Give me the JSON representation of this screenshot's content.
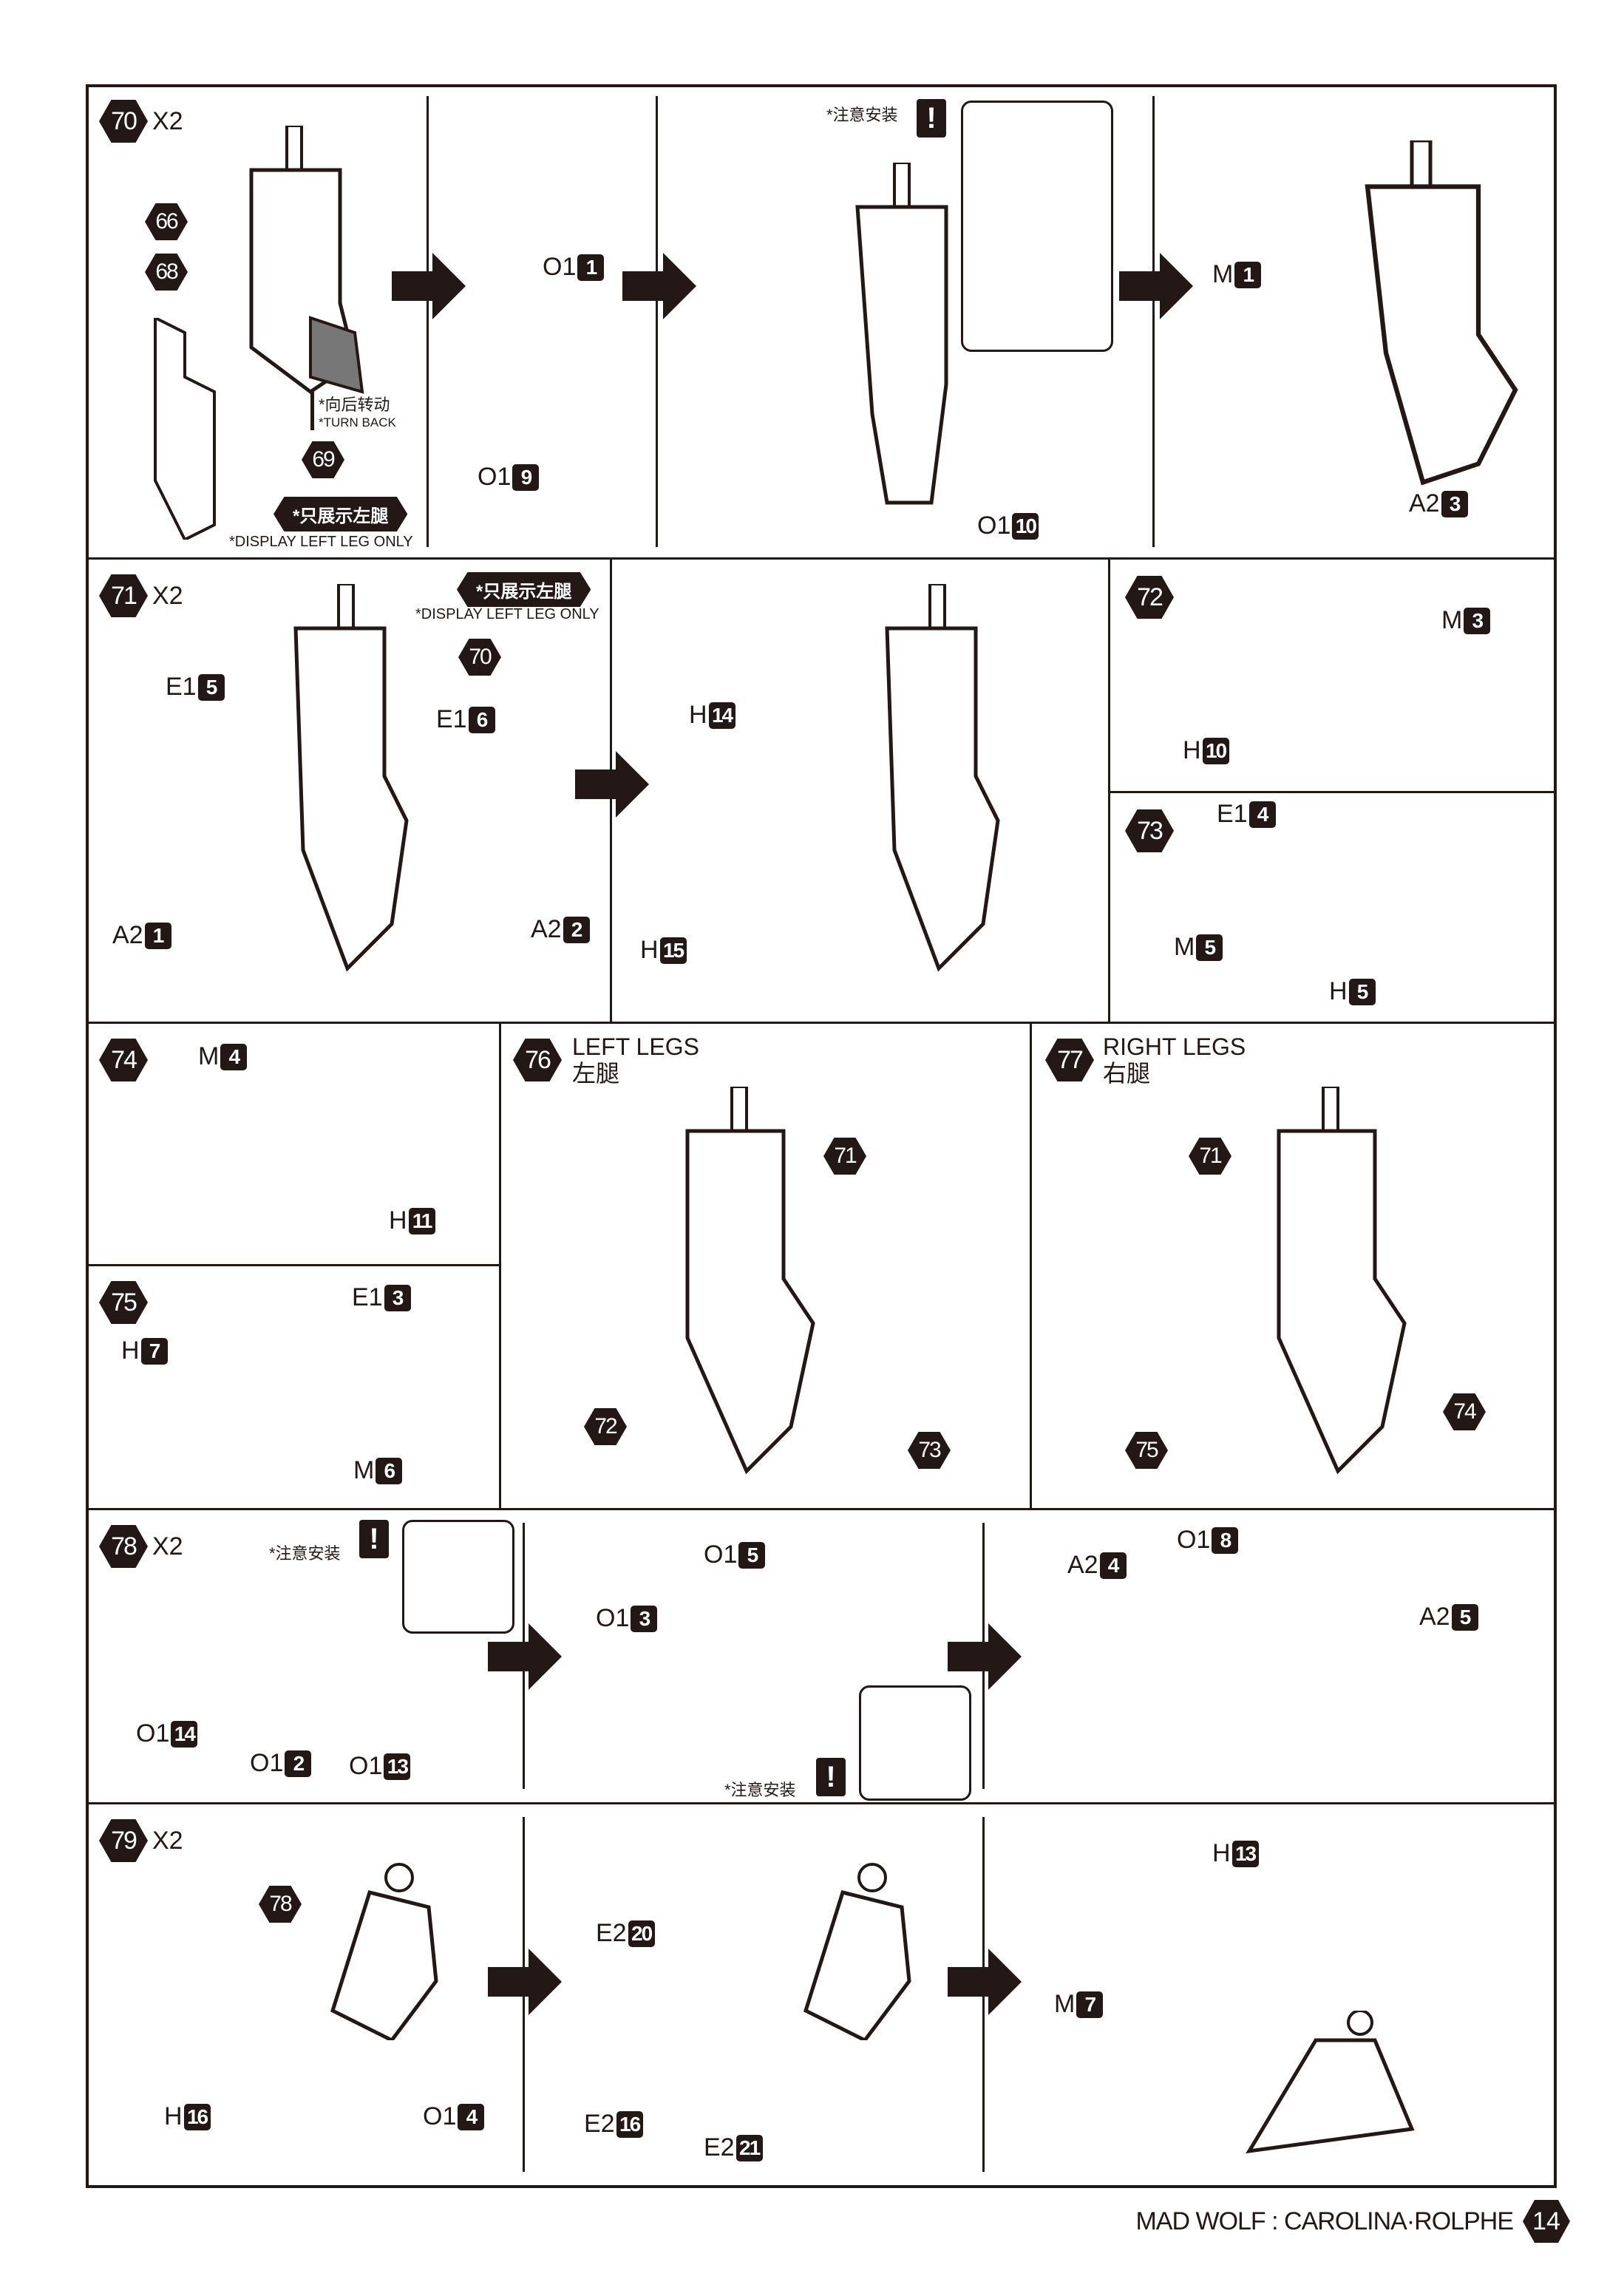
{
  "footer": {
    "title": "MAD WOLF : CAROLINA·ROLPHE",
    "page": "14"
  },
  "notes": {
    "careful": "*注意安装",
    "warn": "!",
    "left_only_cn": "*只展示左腿",
    "left_only_en": "*DISPLAY LEFT LEG ONLY",
    "turn_cn": "*向后转动",
    "turn_en": "*TURN BACK"
  },
  "steps": {
    "s70": {
      "num": "70",
      "mult": "X2",
      "refs": [
        "66",
        "68",
        "69"
      ],
      "parts": [
        {
          "p": "O1",
          "n": "1"
        },
        {
          "p": "O1",
          "n": "9"
        },
        {
          "p": "O1",
          "n": "10"
        },
        {
          "p": "M",
          "n": "1"
        },
        {
          "p": "A2",
          "n": "3"
        }
      ]
    },
    "s71": {
      "num": "71",
      "mult": "X2",
      "refs": [
        "70"
      ],
      "parts": [
        {
          "p": "E1",
          "n": "5"
        },
        {
          "p": "E1",
          "n": "6"
        },
        {
          "p": "A2",
          "n": "1"
        },
        {
          "p": "A2",
          "n": "2"
        },
        {
          "p": "H",
          "n": "14"
        },
        {
          "p": "H",
          "n": "15"
        }
      ]
    },
    "s72": {
      "num": "72",
      "parts": [
        {
          "p": "M",
          "n": "3"
        },
        {
          "p": "H",
          "n": "10"
        }
      ]
    },
    "s73": {
      "num": "73",
      "parts": [
        {
          "p": "E1",
          "n": "4"
        },
        {
          "p": "M",
          "n": "5"
        },
        {
          "p": "H",
          "n": "5"
        }
      ]
    },
    "s74": {
      "num": "74",
      "parts": [
        {
          "p": "M",
          "n": "4"
        },
        {
          "p": "H",
          "n": "11"
        }
      ]
    },
    "s75": {
      "num": "75",
      "parts": [
        {
          "p": "E1",
          "n": "3"
        },
        {
          "p": "H",
          "n": "7"
        },
        {
          "p": "M",
          "n": "6"
        }
      ]
    },
    "s76": {
      "num": "76",
      "title_en": "LEFT LEGS",
      "title_cn": "左腿",
      "refs": [
        "71",
        "72",
        "73"
      ]
    },
    "s77": {
      "num": "77",
      "title_en": "RIGHT LEGS",
      "title_cn": "右腿",
      "refs": [
        "71",
        "75",
        "74"
      ]
    },
    "s78": {
      "num": "78",
      "mult": "X2",
      "parts": [
        {
          "p": "O1",
          "n": "14"
        },
        {
          "p": "O1",
          "n": "2"
        },
        {
          "p": "O1",
          "n": "13"
        },
        {
          "p": "O1",
          "n": "5"
        },
        {
          "p": "O1",
          "n": "3"
        },
        {
          "p": "A2",
          "n": "4"
        },
        {
          "p": "O1",
          "n": "8"
        },
        {
          "p": "A2",
          "n": "5"
        }
      ]
    },
    "s79": {
      "num": "79",
      "mult": "X2",
      "refs": [
        "78"
      ],
      "parts": [
        {
          "p": "H",
          "n": "16"
        },
        {
          "p": "O1",
          "n": "4"
        },
        {
          "p": "E2",
          "n": "20"
        },
        {
          "p": "E2",
          "n": "16"
        },
        {
          "p": "E2",
          "n": "21"
        },
        {
          "p": "H",
          "n": "13"
        },
        {
          "p": "M",
          "n": "7"
        }
      ]
    }
  }
}
